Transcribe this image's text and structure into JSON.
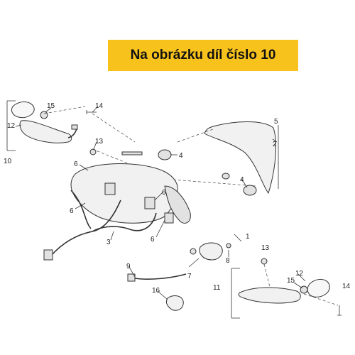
{
  "banner": {
    "text": "Na obrázku díl číslo 10"
  },
  "labels": {
    "p1": "1",
    "p2": "2",
    "p3": "3",
    "p4a": "4",
    "p4b": "4",
    "p5": "5",
    "p6a": "6",
    "p6b": "6",
    "p6c": "6",
    "p6d": "6",
    "p7": "7",
    "p8": "8",
    "p9": "9",
    "p10": "10",
    "p11": "11",
    "p12a": "12",
    "p12b": "12",
    "p13a": "13",
    "p13b": "13",
    "p14a": "14",
    "p14b": "14",
    "p15a": "15",
    "p15b": "15",
    "p16": "16"
  },
  "colors": {
    "banner_bg": "#f8c21d",
    "line": "#333333"
  }
}
